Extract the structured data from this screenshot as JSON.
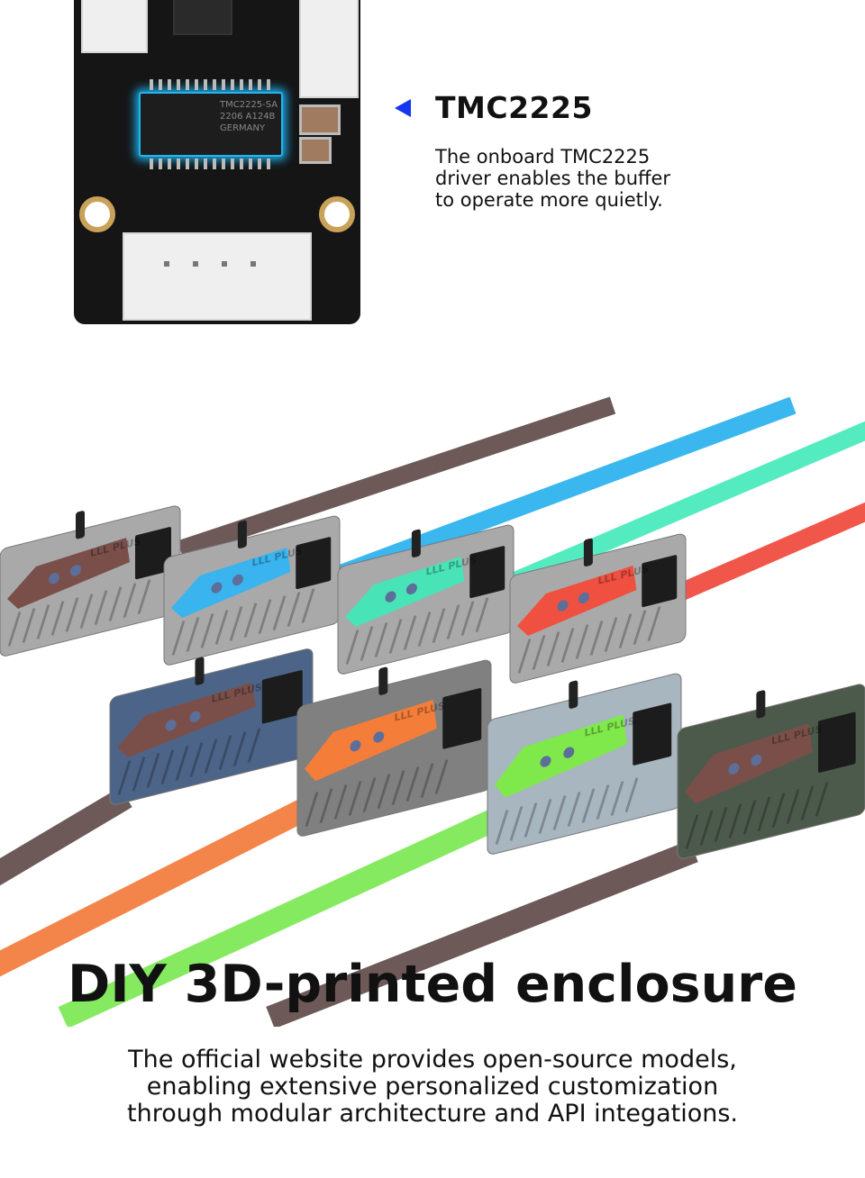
{
  "feature": {
    "icon": "triangle-left-icon",
    "accent_color": "#1436f0",
    "title": "TMC2225",
    "description": "The onboard TMC2225 driver enables the buffer to operate more quietly."
  },
  "chip_marking": [
    "TMC2225-SA",
    "2206 A124B",
    "GERMANY"
  ],
  "enclosure_lettering": "LLL PLUS",
  "headline": "DIY 3D-printed enclosure",
  "subtitle": [
    "The official website provides open-source models,",
    "enabling extensive personalized customization",
    "through modular architecture and API integations."
  ],
  "filaments": [
    "#6d5a58",
    "#3bb7ef",
    "#55ebc0",
    "#f0574a",
    "#6d5a58",
    "#f4854a",
    "#86ea61",
    "#6d5a58"
  ],
  "enclosures": [
    {
      "body": "#a9a9a9",
      "accent": "#7a4f49"
    },
    {
      "body": "#a9a9a9",
      "accent": "#39b4ee"
    },
    {
      "body": "#a9a9a9",
      "accent": "#49e3b8"
    },
    {
      "body": "#a9a9a9",
      "accent": "#f0503f"
    },
    {
      "body": "#4d6489",
      "accent": "#7a4f49"
    },
    {
      "body": "#808080",
      "accent": "#f47d3a"
    },
    {
      "body": "#a8b6c0",
      "accent": "#7fe84b"
    },
    {
      "body": "#4c5a4c",
      "accent": "#7a4f49"
    }
  ]
}
